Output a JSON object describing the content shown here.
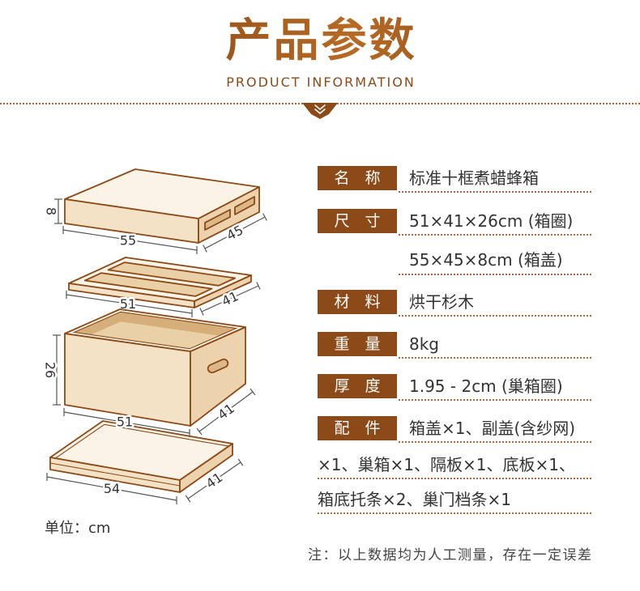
{
  "header": {
    "title": "产品参数",
    "subtitle": "PRODUCT INFORMATION"
  },
  "icons": {
    "divider": "double-chevron-down-icon"
  },
  "specs": [
    {
      "label": "名称",
      "values": [
        "标准十框煮蜡蜂箱"
      ]
    },
    {
      "label": "尺寸",
      "values": [
        "51×41×26cm (箱圈)",
        "55×45×8cm (箱盖)"
      ]
    },
    {
      "label": "材料",
      "values": [
        "烘干杉木"
      ]
    },
    {
      "label": "重量",
      "values": [
        "8kg"
      ]
    },
    {
      "label": "厚度",
      "values": [
        "1.95 - 2cm (巢箱圈)"
      ]
    },
    {
      "label": "配件",
      "values": [
        "箱盖×1、副盖(含纱网)",
        "×1、巢箱×1、隔板×1、底板×1、",
        "箱底托条×2、巢门档条×1"
      ]
    }
  ],
  "diagram": {
    "lid": {
      "height": "8",
      "length": "55",
      "width": "45"
    },
    "inner_cover": {
      "length": "51",
      "width": "41"
    },
    "hive_body": {
      "height": "26",
      "length": "51",
      "width": "41"
    },
    "bottom_board": {
      "length": "54",
      "width": "41"
    }
  },
  "unit_note": "单位：cm",
  "footnote": "注：以上数据均为人工测量，存在一定误差",
  "colors": {
    "brand_brown": "#8b4a17",
    "title_dark": "#6b3510",
    "title_light": "#b86a24",
    "dotted_rule": "#a8683a",
    "body_text": "#333333"
  }
}
